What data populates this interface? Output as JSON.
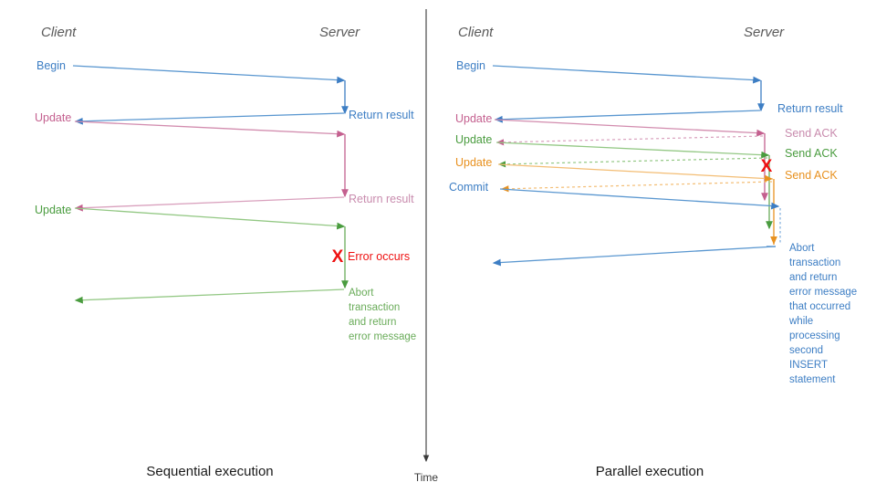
{
  "colors": {
    "blue": "#3d7ec4",
    "blue_light": "#7eaddd",
    "pink": "#c4608f",
    "pink_light": "#d9a0bd",
    "green": "#4a9c3f",
    "green_light": "#93c884",
    "orange": "#e8911f",
    "orange_light": "#f3bd74",
    "red": "#ee1111",
    "axis": "#3a3a3a",
    "actor": "#5a5a5a",
    "caption": "#1a1a1a"
  },
  "time_axis": {
    "label": "Time"
  },
  "left_panel": {
    "caption": "Sequential execution",
    "actors": {
      "client": "Client",
      "server": "Server"
    },
    "messages": [
      {
        "label": "Begin",
        "color_key": "blue"
      },
      {
        "label": "Return result",
        "color_key": "blue"
      },
      {
        "label": "Update",
        "color_key": "pink"
      },
      {
        "label": "Return result",
        "color_key": "pink"
      },
      {
        "label": "Update",
        "color_key": "green"
      }
    ],
    "error": {
      "marker": "X",
      "text": "Error occurs"
    },
    "abort_note": [
      "Abort",
      "transaction",
      "and return",
      "error message"
    ]
  },
  "right_panel": {
    "caption": "Parallel execution",
    "actors": {
      "client": "Client",
      "server": "Server"
    },
    "messages": [
      {
        "label": "Begin",
        "color_key": "blue"
      },
      {
        "label": "Return result",
        "color_key": "blue"
      },
      {
        "label": "Update",
        "color_key": "pink"
      },
      {
        "label": "Send ACK",
        "color_key": "pink"
      },
      {
        "label": "Update",
        "color_key": "green"
      },
      {
        "label": "Send ACK",
        "color_key": "green"
      },
      {
        "label": "Update",
        "color_key": "orange"
      },
      {
        "label": "Send ACK",
        "color_key": "orange"
      },
      {
        "label": "Commit",
        "color_key": "blue"
      }
    ],
    "error": {
      "marker": "X"
    },
    "abort_note": [
      "Abort",
      "transaction",
      "and return",
      "error message",
      "that occurred",
      "while",
      "processing",
      "second",
      "INSERT",
      "statement"
    ]
  }
}
